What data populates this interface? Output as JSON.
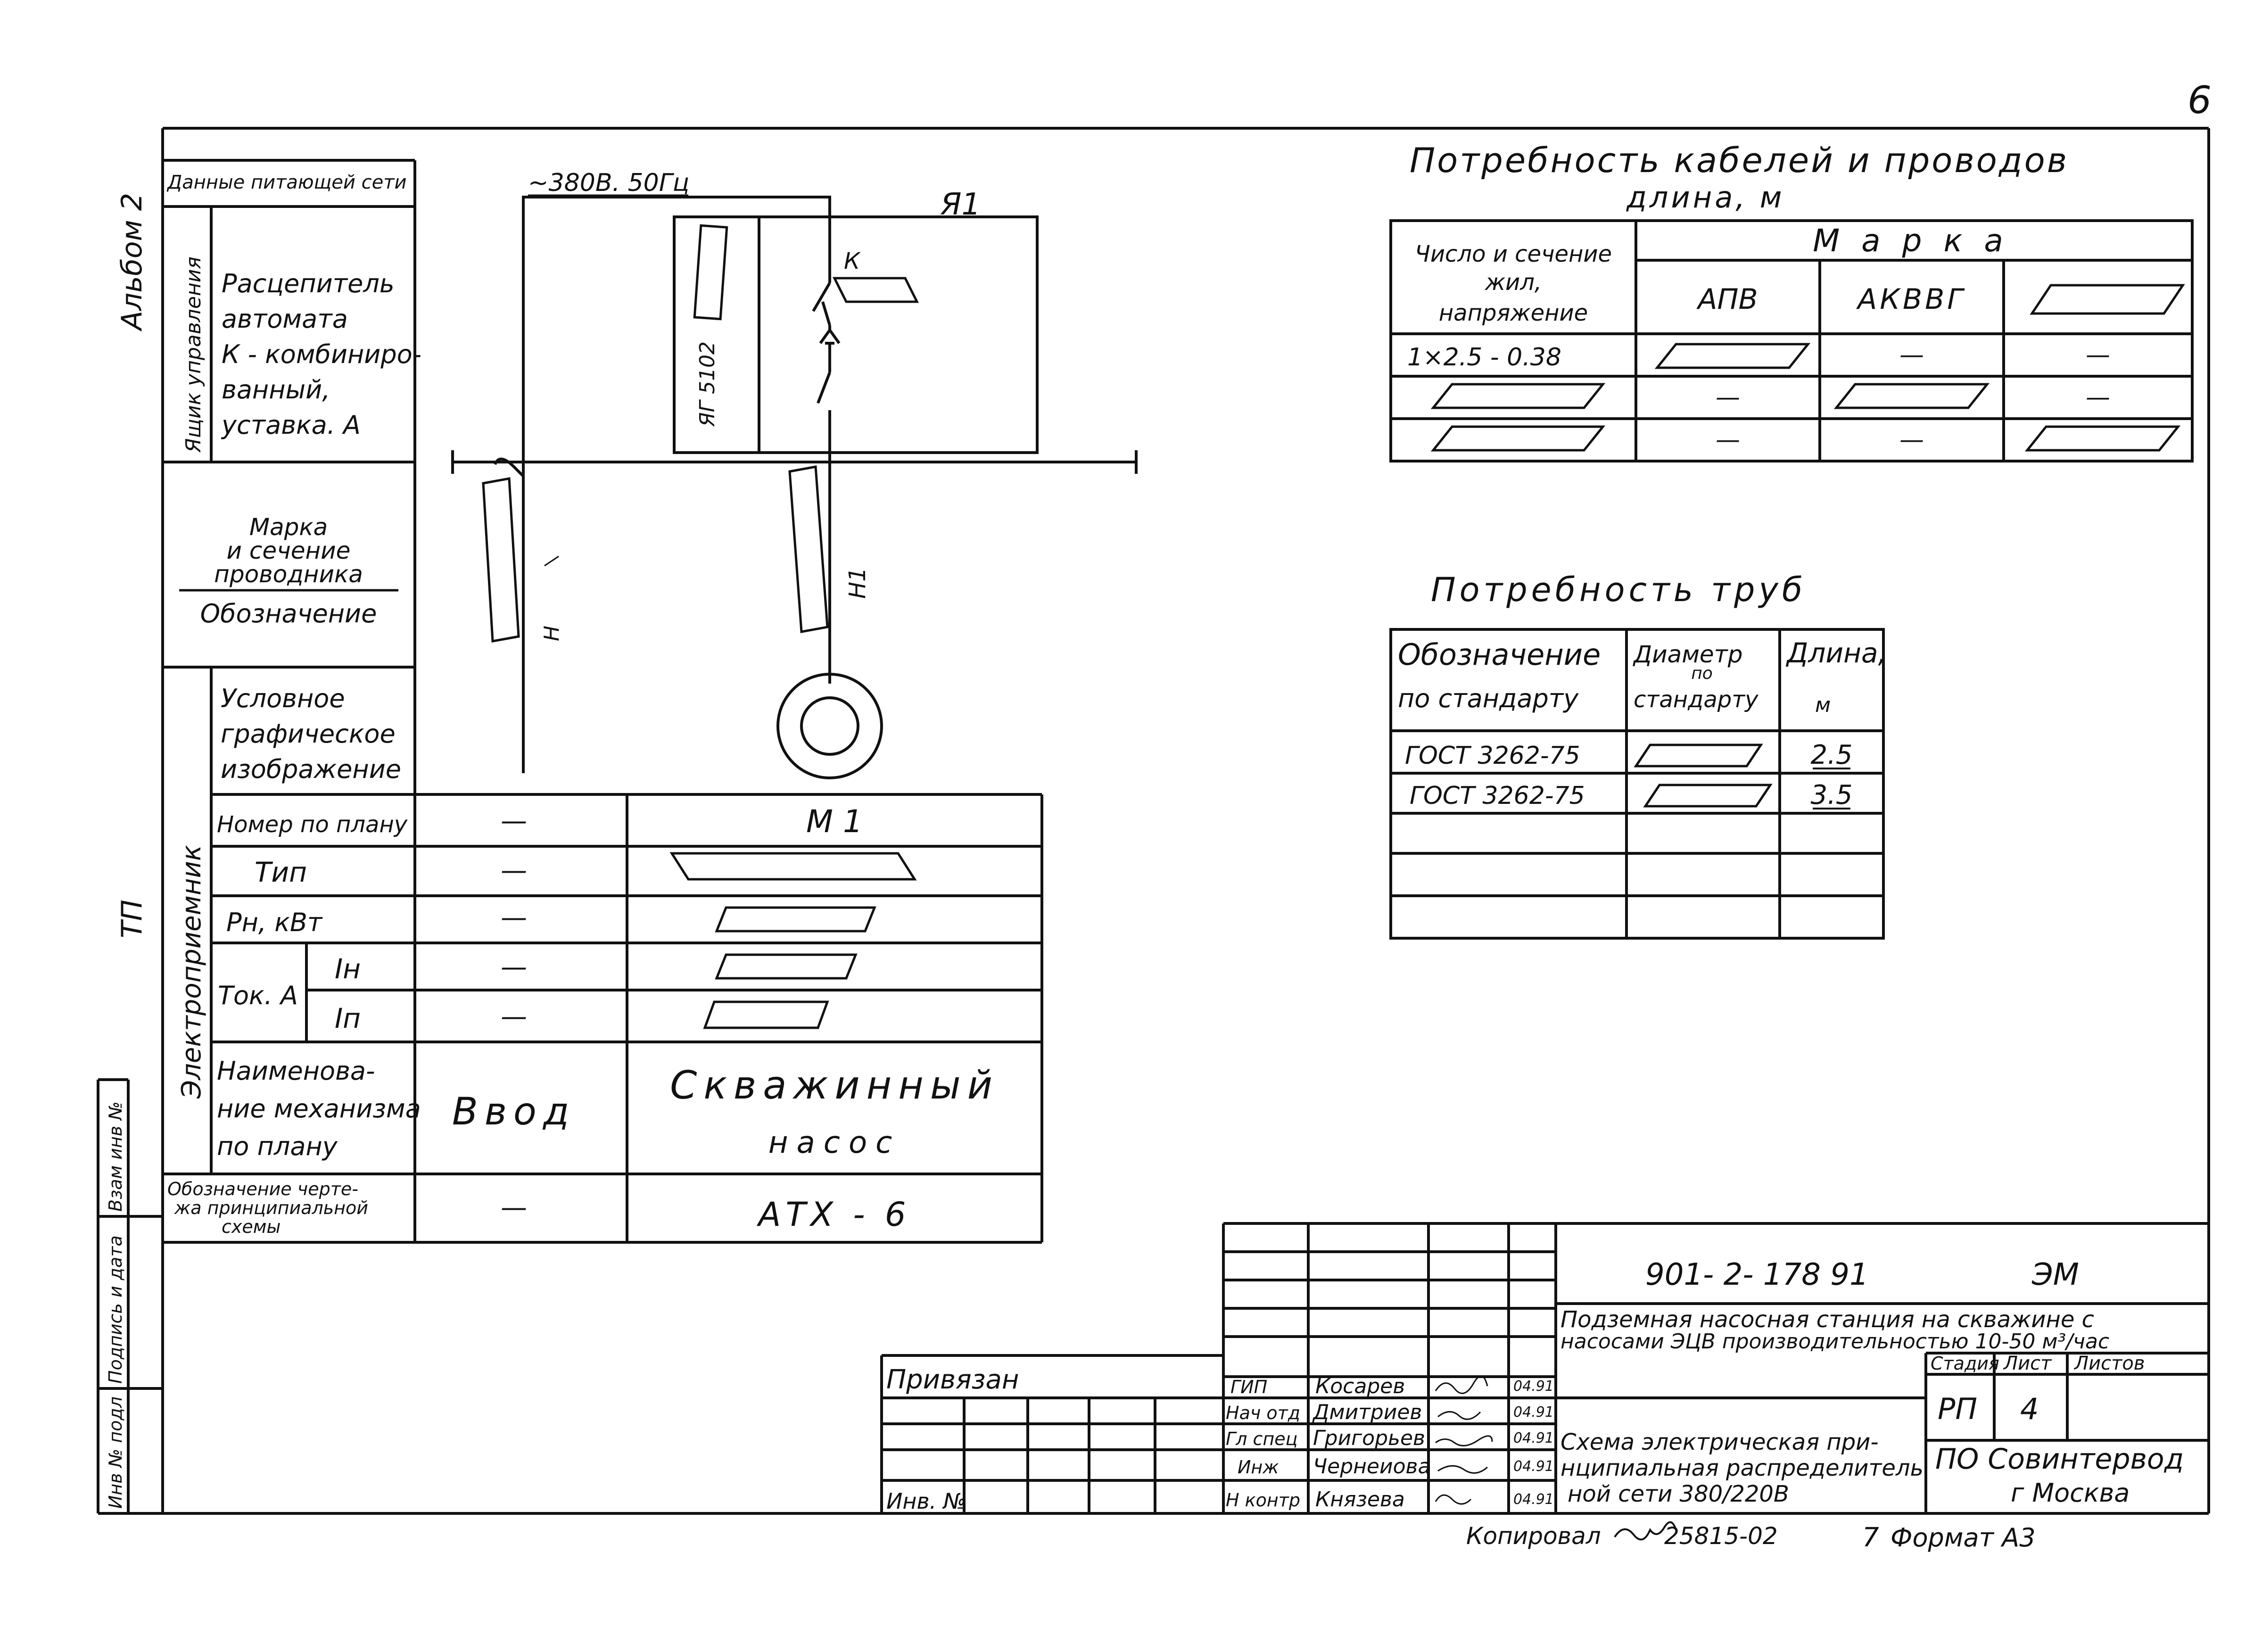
{
  "page_number": "6",
  "margin": {
    "album": "Альбом 2",
    "tp": "ТП",
    "inv_orig": "Инв № подл",
    "sign_date": "Подпись и дата",
    "vzam_inv": "Взам инв №"
  },
  "schematic": {
    "supply": "~380В. 50Гц",
    "panel": "Я1",
    "panel_type": "ЯГ 5102",
    "contact": "К",
    "cable_in": "Н",
    "cable_out": "Н1"
  },
  "left_table": {
    "supply_data": "Данные питающей сети",
    "control_box": "Ящик управления",
    "release": [
      "Расцепитель",
      "автомата",
      "К - комбиниро-",
      "ванный,",
      "уставка. А"
    ],
    "wire_mark": [
      "Марка",
      "и сечение",
      "проводника"
    ],
    "designation": "Обозначение",
    "receiver": "Электроприемник",
    "symbol": [
      "Условное",
      "графическое",
      "изображение"
    ],
    "plan_no": "Номер по плану",
    "type": "Тип",
    "power": "Рн, кВт",
    "current": "Ток. А",
    "i_n": "Iн",
    "i_p": "Iп",
    "mech_name": [
      "Наименова-",
      "ние механизма",
      "по плану"
    ],
    "drawing_ref": [
      "Обозначение черте-",
      "жа принципиальной",
      "схемы"
    ],
    "dash": "—",
    "m1": "М 1",
    "input": "Ввод",
    "pump": [
      "Скважинный",
      "насос"
    ],
    "atx": "АТХ - 6"
  },
  "cables": {
    "title": "Потребность кабелей и проводов",
    "subtitle": "длина, м",
    "col_head": [
      "Число и сечение",
      "жил,",
      "напряжение"
    ],
    "brand": "Марка",
    "apv": "АПВ",
    "akvvg": "АКВВГ",
    "row1": "1×2.5 - 0.38",
    "dash": "—"
  },
  "pipes": {
    "title": "Потребность труб",
    "h1": [
      "Обозначение",
      "по стандарту"
    ],
    "h2": [
      "Диаметр",
      "по",
      "стандарту"
    ],
    "h3": [
      "Длина,",
      "м"
    ],
    "rows": [
      {
        "std": "ГОСТ 3262-75",
        "len": "2.5"
      },
      {
        "std": "ГОСТ 3262-75",
        "len": "3.5"
      }
    ]
  },
  "title_block": {
    "code": "901- 2- 178 91",
    "sheet_code": "ЭМ",
    "project": [
      "Подземная насосная станция на скважине с",
      "насосами ЭЦВ производительностью 10-50 м³/час"
    ],
    "attached": "Привязан",
    "inv_no": "Инв. №",
    "stage_h": "Стадия",
    "sheet_h": "Лист",
    "sheets_h": "Листов",
    "stage": "РП",
    "sheet": "4",
    "drawing": [
      "Схема электрическая при-",
      "нципиальная распределитель",
      "ной сети 380/220В"
    ],
    "org": [
      "ПО Совинтервод",
      "г Москва"
    ],
    "roles": [
      "ГИП",
      "Нач отд",
      "Гл спец",
      "Инж",
      "Н контр"
    ],
    "names": [
      "Косарев",
      "Дмитриев",
      "Григорьев",
      "Чернеиова",
      "Князева"
    ],
    "dates": [
      "04.91",
      "04.91",
      "04.91",
      "04.91",
      "04.91"
    ]
  },
  "footer": {
    "copied": "Копировал",
    "order": "25815-02",
    "copy_no": "7",
    "format": "Формат А3"
  }
}
